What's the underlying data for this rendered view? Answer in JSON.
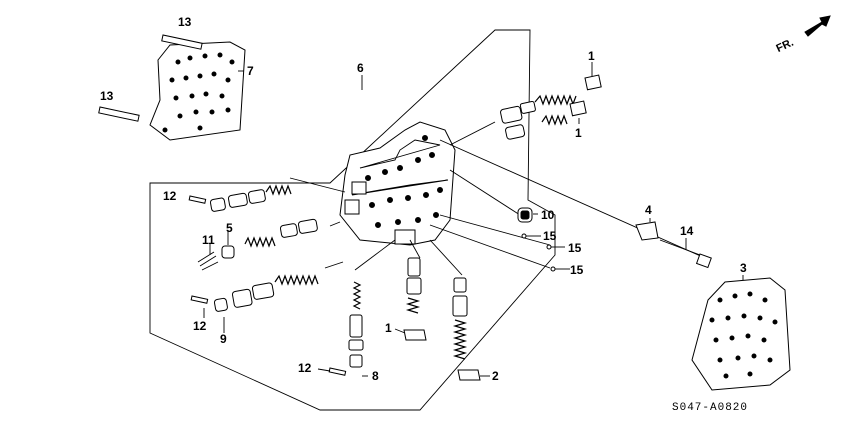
{
  "diagram": {
    "direction_label": "FR.",
    "code": "S047-A0820",
    "callouts": {
      "p1a": "1",
      "p1b": "1",
      "p1c": "1",
      "p2": "2",
      "p3": "3",
      "p4": "4",
      "p5": "5",
      "p6": "6",
      "p7": "7",
      "p8": "8",
      "p9": "9",
      "p10": "10",
      "p11": "11",
      "p12a": "12",
      "p12b": "12",
      "p12c": "12",
      "p13a": "13",
      "p13b": "13",
      "p14": "14",
      "p15a": "15",
      "p15b": "15",
      "p15c": "15"
    }
  }
}
